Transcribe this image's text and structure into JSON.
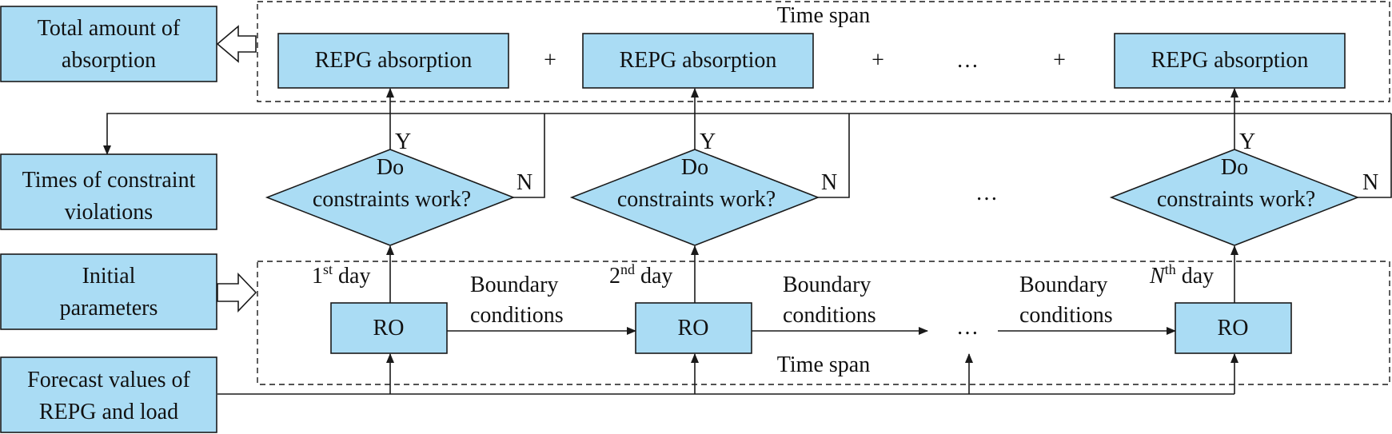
{
  "colors": {
    "box_fill": "#aadcf4",
    "stroke": "#1a1a1a",
    "text": "#111111"
  },
  "left_panel": {
    "total_absorption": [
      "Total amount of",
      "absorption"
    ],
    "constraint_violations": [
      "Times of constraint",
      "violations"
    ],
    "initial_parameters": [
      "Initial",
      "parameters"
    ],
    "forecast_values": [
      "Forecast values of",
      "REPG and load"
    ]
  },
  "time_span_top": "Time span",
  "time_span_bottom": "Time span",
  "absorption_boxes": [
    "REPG absorption",
    "REPG absorption",
    "REPG absorption"
  ],
  "plus_sign": "+",
  "ellipsis": "…",
  "decisions": [
    {
      "line1": "Do",
      "line2": "constraints work?",
      "yes": "Y",
      "no": "N"
    },
    {
      "line1": "Do",
      "line2": "constraints work?",
      "yes": "Y",
      "no": "N"
    },
    {
      "line1": "Do",
      "line2": "constraints work?",
      "yes": "Y",
      "no": "N"
    }
  ],
  "days": [
    {
      "num": "1",
      "sup": "st",
      "word": "day"
    },
    {
      "num": "2",
      "sup": "nd",
      "word": "day"
    },
    {
      "num": "N",
      "sup": "th",
      "word": "day"
    }
  ],
  "ro_label": "RO",
  "boundary_conditions": [
    "Boundary",
    "conditions"
  ]
}
